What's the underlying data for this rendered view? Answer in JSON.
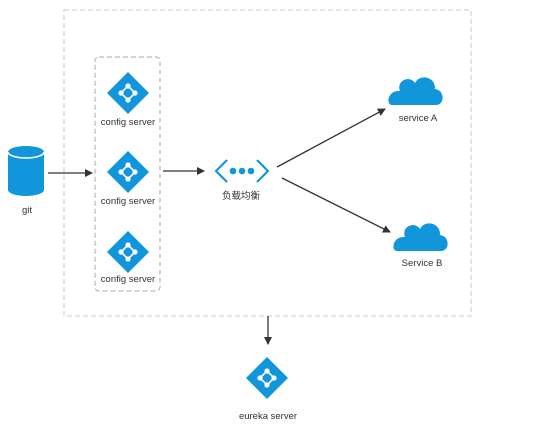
{
  "colors": {
    "accent": "#1296db",
    "outer_border": "#c8c8c8",
    "group_border": "#aaaaaa",
    "arrow": "#333333",
    "text": "#333333"
  },
  "nodes": {
    "git": {
      "label": "git",
      "icon": "database-icon"
    },
    "config_servers": [
      {
        "label": "config server",
        "icon": "diamond-node-icon"
      },
      {
        "label": "config server",
        "icon": "diamond-node-icon"
      },
      {
        "label": "config server",
        "icon": "diamond-node-icon"
      }
    ],
    "load_balancer": {
      "label": "负载均衡",
      "icon": "load-balancer-icon"
    },
    "service_a": {
      "label": "service A",
      "icon": "cloud-icon"
    },
    "service_b": {
      "label": "Service B",
      "icon": "cloud-icon"
    },
    "eureka": {
      "label": "eureka server",
      "icon": "diamond-node-icon"
    }
  }
}
